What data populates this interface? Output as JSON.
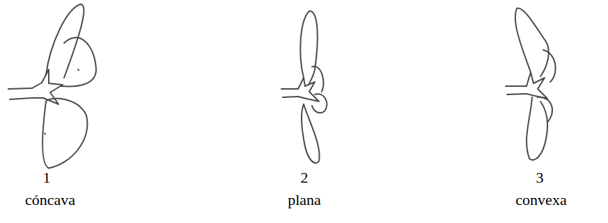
{
  "diagram": {
    "labels": [
      "1",
      "cóncava",
      "2",
      "plana",
      "3",
      "convexa"
    ]
  }
}
